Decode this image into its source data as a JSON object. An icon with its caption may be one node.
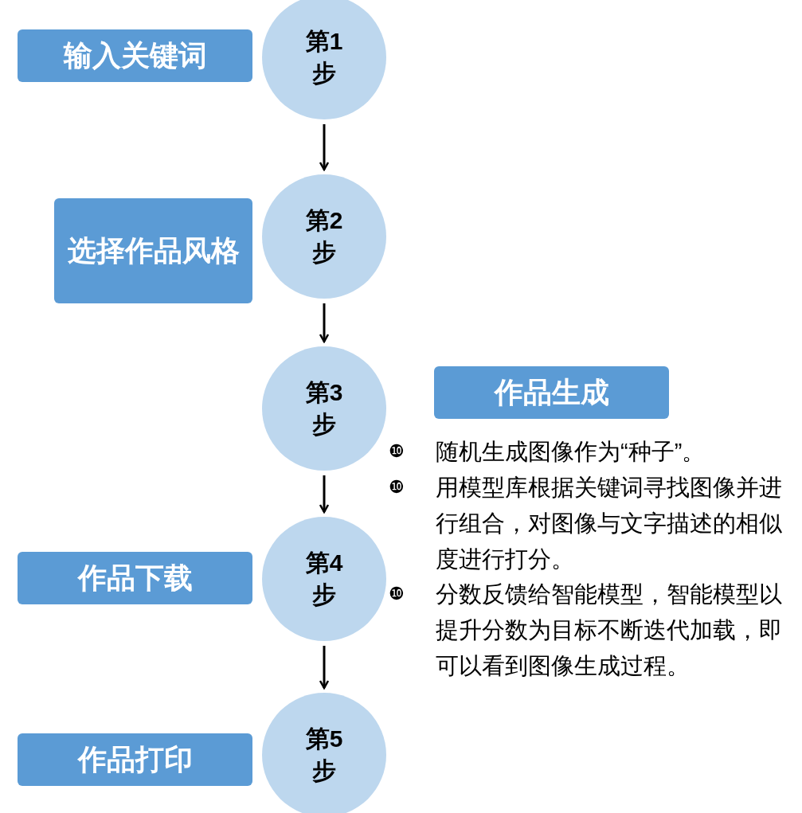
{
  "diagram": {
    "nodes": [
      {
        "text": [
          "输入关键词"
        ]
      },
      {
        "text": [
          "第1步"
        ]
      },
      {
        "text": [
          "选择作品风格"
        ]
      },
      {
        "text": [
          "第2步"
        ]
      },
      {
        "text": [
          "第3步"
        ]
      },
      {
        "text": [
          "作品生成"
        ]
      },
      {
        "text": [
          "作品下载"
        ]
      },
      {
        "text": [
          "第4步"
        ]
      },
      {
        "text": [
          "作品打印"
        ]
      },
      {
        "text": [
          "第5步"
        ]
      }
    ],
    "edges": [
      {
        "from": 1,
        "to": 3,
        "arrow": "to"
      },
      {
        "from": 3,
        "to": 4,
        "arrow": "to"
      },
      {
        "from": 4,
        "to": 7,
        "arrow": "to"
      },
      {
        "from": 7,
        "to": 9,
        "arrow": "to"
      }
    ],
    "labels": [
      "❿",
      "随机生成图像作为“种子”。",
      "❿",
      "用模型库根据关键词寻找图像并进行组合，对图像与文字描述的相似度进行打分。",
      "❿",
      "分数反馈给智能模型，智能模型以提升分数为目标不断迭代加载，即可以看到图像生成过程。"
    ]
  }
}
